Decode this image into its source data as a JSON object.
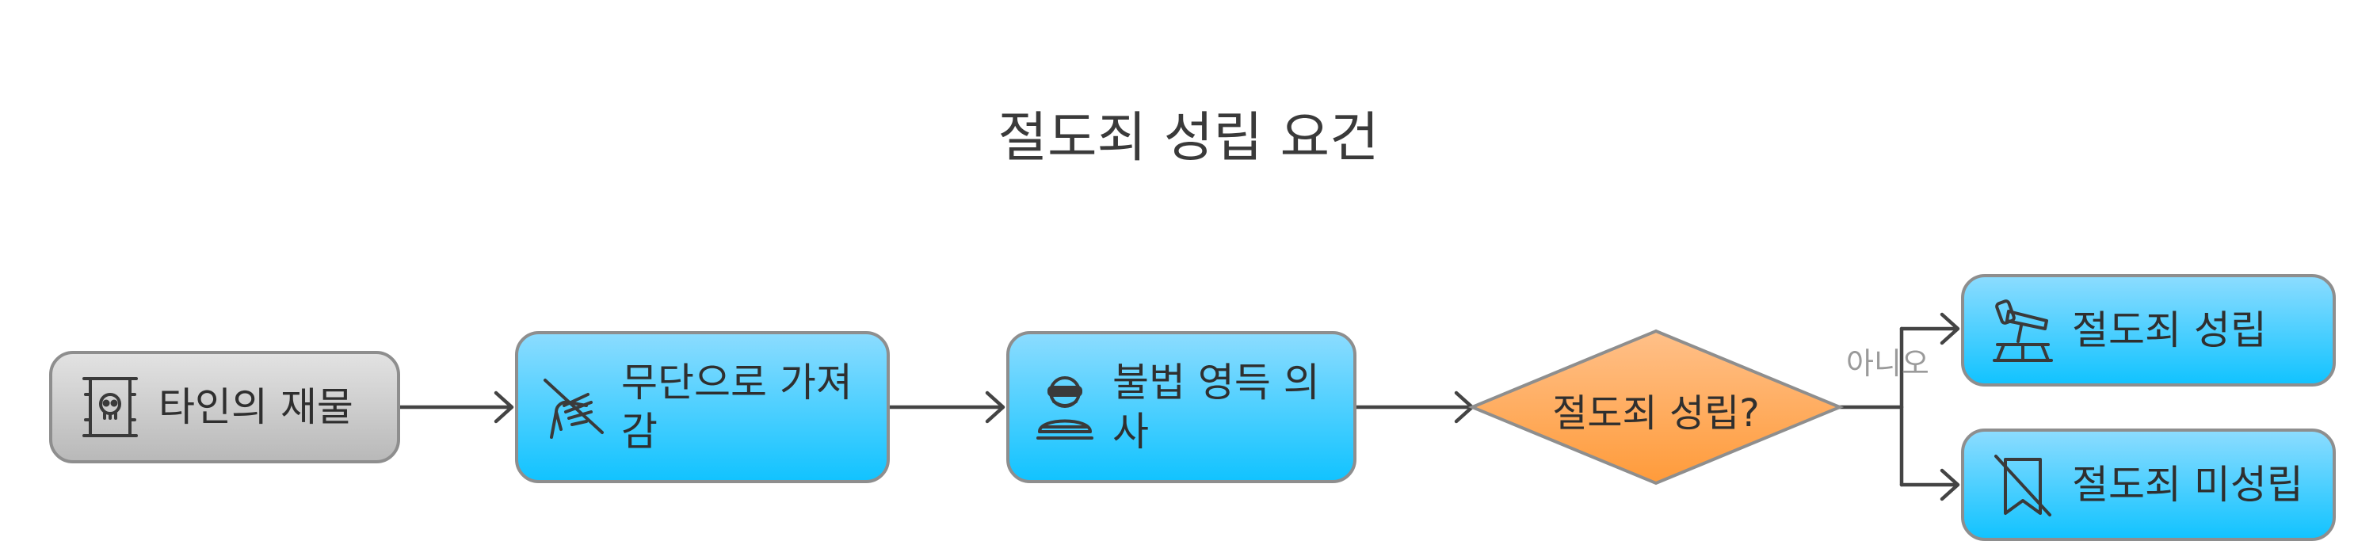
{
  "title": "절도죄 성립 요건",
  "nodes": {
    "property": {
      "label": "타인의 재물",
      "icon": "skull-barrel-icon"
    },
    "take": {
      "label": "무단으로 가져 감",
      "icon": "grabbing-hand-icon"
    },
    "intent": {
      "label": "불법 영득 의 사",
      "icon": "thief-icon"
    },
    "decision": {
      "label": "절도죄 성립?"
    },
    "established": {
      "label": "절도죄 성립",
      "icon": "gavel-icon"
    },
    "not_established": {
      "label": "절도죄 미성립",
      "icon": "bookmark-off-icon"
    }
  },
  "edge_labels": {
    "no": "아니오"
  },
  "colors": {
    "process_fill": "#29c4ff",
    "start_fill": "#c8c8c8",
    "decision_fill": "#ff9d40",
    "stroke": "#8e8e8e",
    "edge": "#444444"
  }
}
